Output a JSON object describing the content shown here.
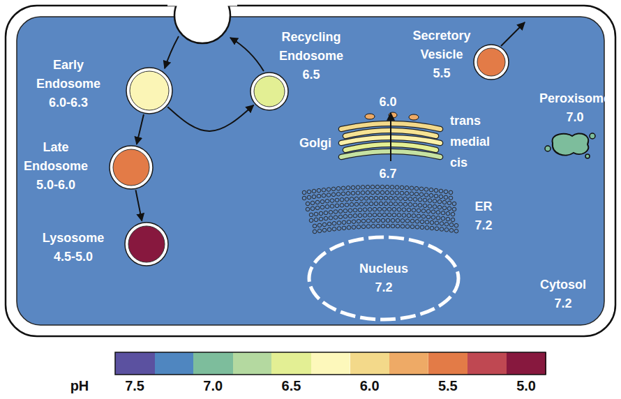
{
  "diagram": {
    "nodes": [
      {
        "text": [
          "Cytosol",
          "7.2"
        ]
      },
      {
        "text": [
          "Early Endosome",
          "6.0-6.3"
        ],
        "in": 0
      },
      {
        "text": [
          "Recycling Endosome",
          "6.5"
        ],
        "in": 0
      },
      {
        "text": [
          "Secretory Vesicle",
          "5.5"
        ],
        "in": 0
      },
      {
        "text": [
          "Late Endosome",
          "5.0-6.0"
        ],
        "in": 0
      },
      {
        "text": [
          "Golgi",
          "6.0",
          "trans",
          "medial",
          "cis",
          "6.7"
        ],
        "in": 0
      },
      {
        "text": [
          "Peroxisome",
          "7.0"
        ],
        "in": 0
      },
      {
        "text": [
          "ER",
          "7.2"
        ],
        "in": 0
      },
      {
        "text": [
          "Lysosome",
          "4.5-5.0"
        ],
        "in": 0
      },
      {
        "text": [
          "Nucleus",
          "7.2"
        ],
        "in": 0
      }
    ],
    "edges": [
      {
        "from": 1,
        "to": 4,
        "arrow": "to"
      },
      {
        "from": 4,
        "to": 8,
        "arrow": "to"
      },
      {
        "from": 1,
        "to": 2,
        "arrow": "to"
      }
    ],
    "labels": [
      "pH"
    ],
    "legend": [
      {
        "text": "7.5",
        "color": "#5b51a0"
      },
      {
        "text": "7.0",
        "color": "#7dbd9c"
      },
      {
        "text": "6.5",
        "color": "#e3ef94"
      },
      {
        "text": "6.0",
        "color": "#f3d98a"
      },
      {
        "text": "5.5",
        "color": "#e37b47"
      },
      {
        "text": "5.0",
        "color": "#87183e"
      }
    ]
  }
}
